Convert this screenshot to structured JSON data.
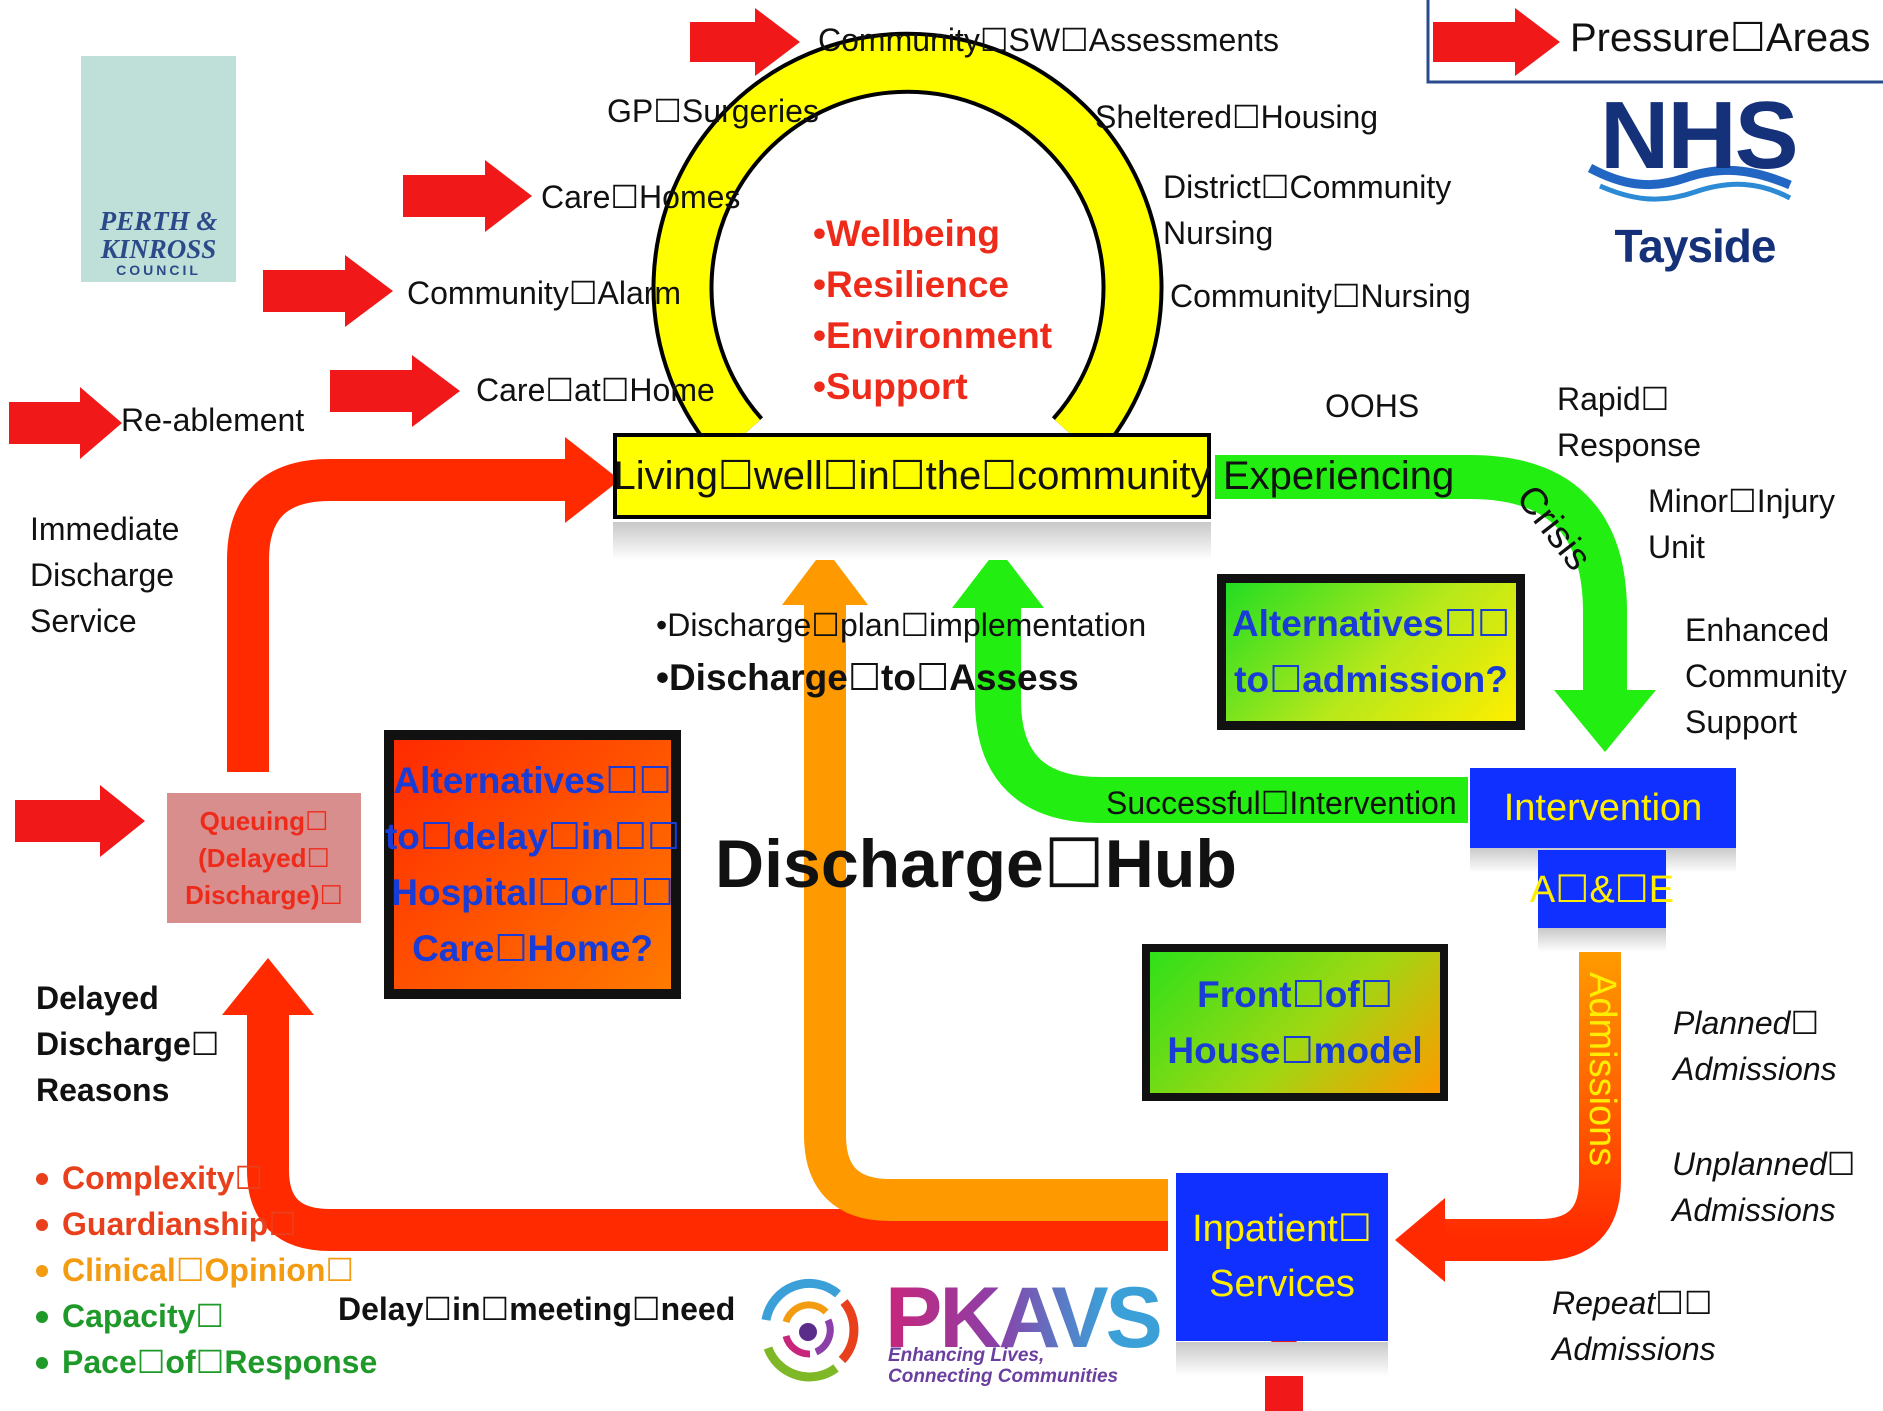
{
  "legend_top_right": {
    "label": "Pressure☐Areas"
  },
  "logos": {
    "perth_kinross": {
      "line1": "PERTH &",
      "line2": "KINROSS",
      "line3": "COUNCIL"
    },
    "nhs": {
      "mark": "NHS",
      "area": "Tayside"
    },
    "pkavs": {
      "name": "PKAVS",
      "tagline": "Enhancing Lives,\nConnecting Communities"
    }
  },
  "community_services": {
    "sw_assessments": "Community☐SW☐Assessments",
    "gp_surgeries": "GP☐Surgeries",
    "sheltered_housing": "Sheltered☐Housing",
    "care_homes": "Care☐Homes",
    "district_nursing": "District☐Community\nNursing",
    "community_alarm": "Community☐Alarm",
    "community_nursing": "Community☐Nursing",
    "care_at_home": "Care☐at☐Home",
    "reablement": "Re-ablement",
    "immediate_discharge": "Immediate\nDischarge\nService"
  },
  "wellbeing_list": [
    "•Wellbeing",
    "•Resilience",
    "•Environment",
    "•Support"
  ],
  "living_well": "Living☐well☐in☐the☐community",
  "crisis_services": {
    "oohs": "OOHS",
    "rapid_response": "Rapid☐\nResponse",
    "minor_injury": "Minor☐Injury\nUnit",
    "enhanced_support": "Enhanced\nCommunity\nSupport"
  },
  "flow_labels": {
    "experiencing": "Experiencing",
    "crisis": "Crisis",
    "successful_intervention": "Successful☐Intervention",
    "admissions": "Admissions"
  },
  "discharge_notes": {
    "plan": "•Discharge☐plan☐implementation",
    "assess": "•Discharge☐to☐Assess"
  },
  "boxes": {
    "alt_admission": "Alternatives☐☐\nto☐admission?",
    "alt_delay": "Alternatives☐☐\nto☐delay☐in☐☐\nHospital☐or☐☐\nCare☐Home?",
    "front_of_house": "Front☐of☐\nHouse☐model",
    "queuing": "Queuing☐\n(Delayed☐\nDischarge)☐",
    "intervention": "Intervention",
    "ae": "A☐&☐E",
    "inpatient": "Inpatient☐\nServices"
  },
  "hub_title": "Discharge☐Hub",
  "admissions_types": {
    "planned": "Planned☐\nAdmissions",
    "unplanned": "Unplanned☐\nAdmissions",
    "repeat": "Repeat☐☐\nAdmissions"
  },
  "delayed_reasons": {
    "title": "Delayed\nDischarge☐\nReasons",
    "items": [
      {
        "label": "Complexity☐",
        "color": "#e8401c"
      },
      {
        "label": "Guardianship☐",
        "color": "#e8401c"
      },
      {
        "label": "Clinical☐Opinion☐",
        "color": "#f39c12"
      },
      {
        "label": "Capacity☐",
        "color": "#1f9a2a"
      },
      {
        "label": "Pace☐of☐Response",
        "color": "#1f9a2a"
      }
    ]
  },
  "delay_meeting_need": "Delay☐in☐meeting☐need",
  "colors": {
    "red_arrow": "#f01818",
    "flow_red": "#ff2a00",
    "flow_orange": "#ff9900",
    "flow_green": "#22ee11",
    "yellow": "#ffff00",
    "blue_box": "#1030ff"
  }
}
